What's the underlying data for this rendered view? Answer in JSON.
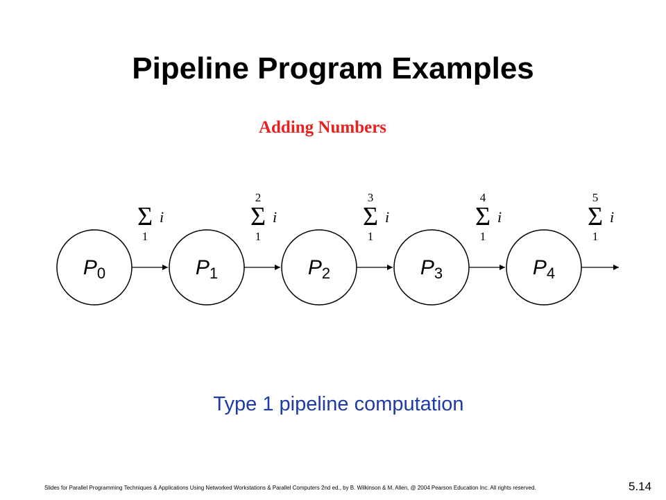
{
  "slide": {
    "title": "Pipeline Program Examples",
    "subtitle": "Adding Numbers",
    "caption": "Type 1 pipeline computation",
    "footer": "Slides for Parallel Programming Techniques & Applications Using Networked Workstations & Parallel Computers 2nd ed., by B. Wilkinson & M. Allen, @ 2004 Pearson Education Inc. All rights reserved.",
    "slide_number": "5.14"
  },
  "colors": {
    "title": "#000000",
    "subtitle": "#e8211e",
    "caption": "#1e3aa8"
  },
  "diagram": {
    "processes": [
      {
        "letter": "P",
        "sub": "0"
      },
      {
        "letter": "P",
        "sub": "1"
      },
      {
        "letter": "P",
        "sub": "2"
      },
      {
        "letter": "P",
        "sub": "3"
      },
      {
        "letter": "P",
        "sub": "4"
      }
    ],
    "sums": [
      {
        "upper": "",
        "symbol": "Σ",
        "var": "i",
        "lower": "1"
      },
      {
        "upper": "2",
        "symbol": "Σ",
        "var": "i",
        "lower": "1"
      },
      {
        "upper": "3",
        "symbol": "Σ",
        "var": "i",
        "lower": "1"
      },
      {
        "upper": "4",
        "symbol": "Σ",
        "var": "i",
        "lower": "1"
      },
      {
        "upper": "5",
        "symbol": "Σ",
        "var": "i",
        "lower": "1"
      }
    ]
  }
}
